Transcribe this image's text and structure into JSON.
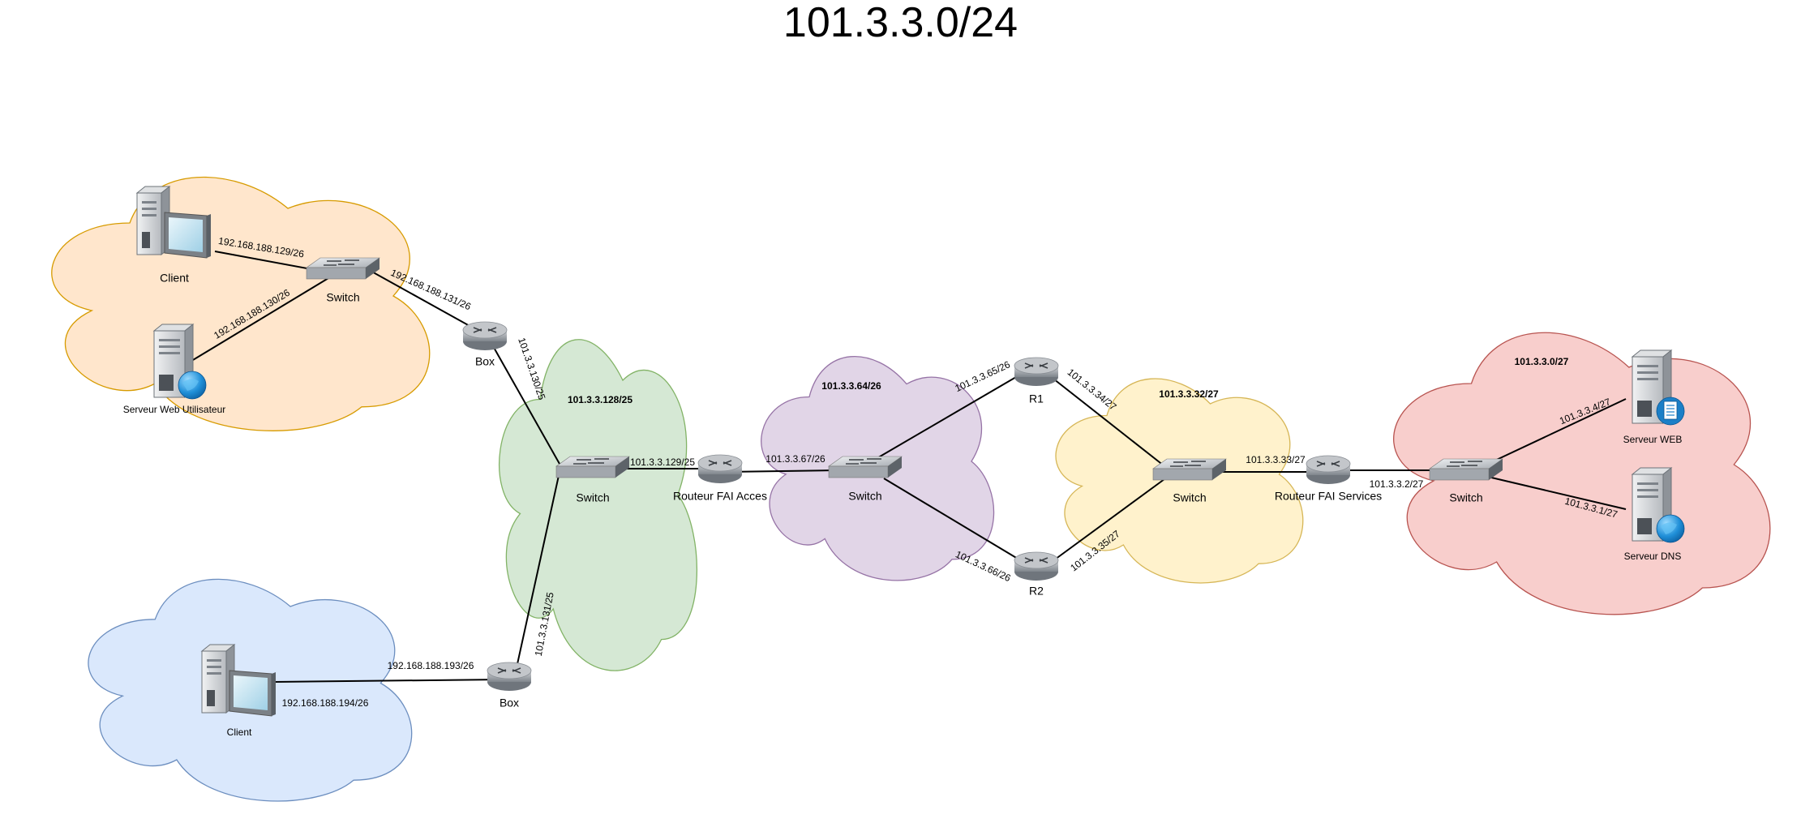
{
  "title": "101.3.3.0/24",
  "colors": {
    "orange": "#ffe6cc",
    "orange_stroke": "#d79b00",
    "green": "#d5e8d4",
    "green_stroke": "#82b366",
    "purple": "#e1d5e7",
    "purple_stroke": "#9673a6",
    "yellow": "#fff2cc",
    "yellow_stroke": "#d6b656",
    "red": "#f8cecc",
    "red_stroke": "#b85450",
    "blue": "#dae8fc",
    "blue_stroke": "#6c8ebf"
  },
  "clouds": [
    {
      "id": "cloud-orange",
      "color": "orange",
      "label": ""
    },
    {
      "id": "cloud-green",
      "color": "green",
      "label": "101.3.3.128/25"
    },
    {
      "id": "cloud-purple",
      "color": "purple",
      "label": "101.3.3.64/26"
    },
    {
      "id": "cloud-yellow",
      "color": "yellow",
      "label": "101.3.3.32/27"
    },
    {
      "id": "cloud-red",
      "color": "red",
      "label": "101.3.3.0/27"
    },
    {
      "id": "cloud-blue",
      "color": "blue",
      "label": ""
    }
  ],
  "nodes": [
    {
      "id": "client-top",
      "type": "pc",
      "label": "Client",
      "icon": "desktop-computer-icon"
    },
    {
      "id": "webserver-user",
      "type": "server-globe",
      "label": "Serveur Web Utilisateur",
      "icon": "web-server-icon"
    },
    {
      "id": "switch-orange",
      "type": "switch",
      "label": "Switch",
      "icon": "switch-icon"
    },
    {
      "id": "box-top",
      "type": "router",
      "label": "Box",
      "icon": "router-icon"
    },
    {
      "id": "switch-green",
      "type": "switch",
      "label": "Switch",
      "icon": "switch-icon"
    },
    {
      "id": "box-bottom",
      "type": "router",
      "label": "Box",
      "icon": "router-icon"
    },
    {
      "id": "client-bottom",
      "type": "pc",
      "label": "Client",
      "icon": "desktop-computer-icon"
    },
    {
      "id": "router-fai-acces",
      "type": "router",
      "label": "Routeur FAI Acces",
      "icon": "router-icon"
    },
    {
      "id": "switch-purple",
      "type": "switch",
      "label": "Switch",
      "icon": "switch-icon"
    },
    {
      "id": "r1",
      "type": "router",
      "label": "R1",
      "icon": "router-icon"
    },
    {
      "id": "r2",
      "type": "router",
      "label": "R2",
      "icon": "router-icon"
    },
    {
      "id": "switch-yellow",
      "type": "switch",
      "label": "Switch",
      "icon": "switch-icon"
    },
    {
      "id": "router-fai-services",
      "type": "router",
      "label": "Routeur FAI Services",
      "icon": "router-icon"
    },
    {
      "id": "switch-red",
      "type": "switch",
      "label": "Switch",
      "icon": "switch-icon"
    },
    {
      "id": "serveur-web",
      "type": "server-doc",
      "label": "Serveur WEB",
      "icon": "file-server-icon"
    },
    {
      "id": "serveur-dns",
      "type": "server-globe",
      "label": "Serveur DNS",
      "icon": "dns-server-icon"
    }
  ],
  "links": [
    {
      "from": "client-top",
      "to": "switch-orange",
      "label": "192.168.188.129/26"
    },
    {
      "from": "webserver-user",
      "to": "switch-orange",
      "label": "192.168.188.130/26"
    },
    {
      "from": "switch-orange",
      "to": "box-top",
      "label": "192.168.188.131/26"
    },
    {
      "from": "box-top",
      "to": "switch-green",
      "label": "101.3.3.130/25"
    },
    {
      "from": "switch-green",
      "to": "box-bottom",
      "label": "101.3.3.131/25"
    },
    {
      "from": "client-bottom",
      "to": "box-bottom",
      "label": "192.168.188.193/26"
    },
    {
      "from": "client-bottom",
      "to": "box-bottom",
      "label": "192.168.188.194/26"
    },
    {
      "from": "switch-green",
      "to": "router-fai-acces",
      "label": "101.3.3.129/25"
    },
    {
      "from": "router-fai-acces",
      "to": "switch-purple",
      "label": "101.3.3.67/26"
    },
    {
      "from": "switch-purple",
      "to": "r1",
      "label": "101.3.3.65/26"
    },
    {
      "from": "switch-purple",
      "to": "r2",
      "label": "101.3.3.66/26"
    },
    {
      "from": "r1",
      "to": "switch-yellow",
      "label": "101.3.3.34/27"
    },
    {
      "from": "r2",
      "to": "switch-yellow",
      "label": "101.3.3.35/27"
    },
    {
      "from": "switch-yellow",
      "to": "router-fai-services",
      "label": "101.3.3.33/27"
    },
    {
      "from": "router-fai-services",
      "to": "switch-red",
      "label": "101.3.3.2/27"
    },
    {
      "from": "switch-red",
      "to": "serveur-web",
      "label": "101.3.3.4/27"
    },
    {
      "from": "switch-red",
      "to": "serveur-dns",
      "label": "101.3.3.1/27"
    }
  ]
}
